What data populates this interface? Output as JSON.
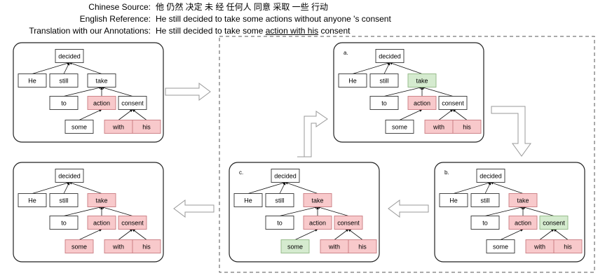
{
  "header": {
    "source_label": "Chinese Source:",
    "source_text": "他 仍然 决定 未 经 任何人 同意 采取 一些 行动",
    "reference_label": "English Reference:",
    "reference_text": "He still decided to take some actions without anyone 's consent",
    "translation_label": "Translation with our Annotations:",
    "translation_prefix": "He still decided to take some ",
    "translation_underlined": "action with his",
    "translation_suffix": " consent"
  },
  "tree": {
    "words": [
      "decided",
      "He",
      "still",
      "take",
      "to",
      "action",
      "consent",
      "some",
      "with",
      "his"
    ],
    "edges": [
      [
        1,
        0
      ],
      [
        2,
        0
      ],
      [
        3,
        0
      ],
      [
        4,
        3
      ],
      [
        5,
        3
      ],
      [
        6,
        3
      ],
      [
        7,
        5
      ],
      [
        8,
        6
      ],
      [
        9,
        6
      ]
    ]
  },
  "panels": [
    {
      "id": "initial",
      "label": "",
      "highlights": {
        "action": "red",
        "with": "red",
        "his": "red"
      }
    },
    {
      "id": "a",
      "label": "a.",
      "highlights": {
        "take": "green",
        "action": "red",
        "with": "red",
        "his": "red"
      }
    },
    {
      "id": "b",
      "label": "b.",
      "highlights": {
        "take": "red",
        "action": "red",
        "consent": "green",
        "with": "red",
        "his": "red"
      }
    },
    {
      "id": "c",
      "label": "c.",
      "highlights": {
        "take": "red",
        "action": "red",
        "consent": "red",
        "some": "green",
        "with": "red",
        "his": "red"
      }
    },
    {
      "id": "final",
      "label": "",
      "highlights": {
        "take": "red",
        "action": "red",
        "consent": "red",
        "some": "red",
        "with": "red",
        "his": "red"
      }
    }
  ],
  "colors": {
    "red": "#f8c9cb",
    "green": "#d5ebcf",
    "white": "#ffffff"
  }
}
